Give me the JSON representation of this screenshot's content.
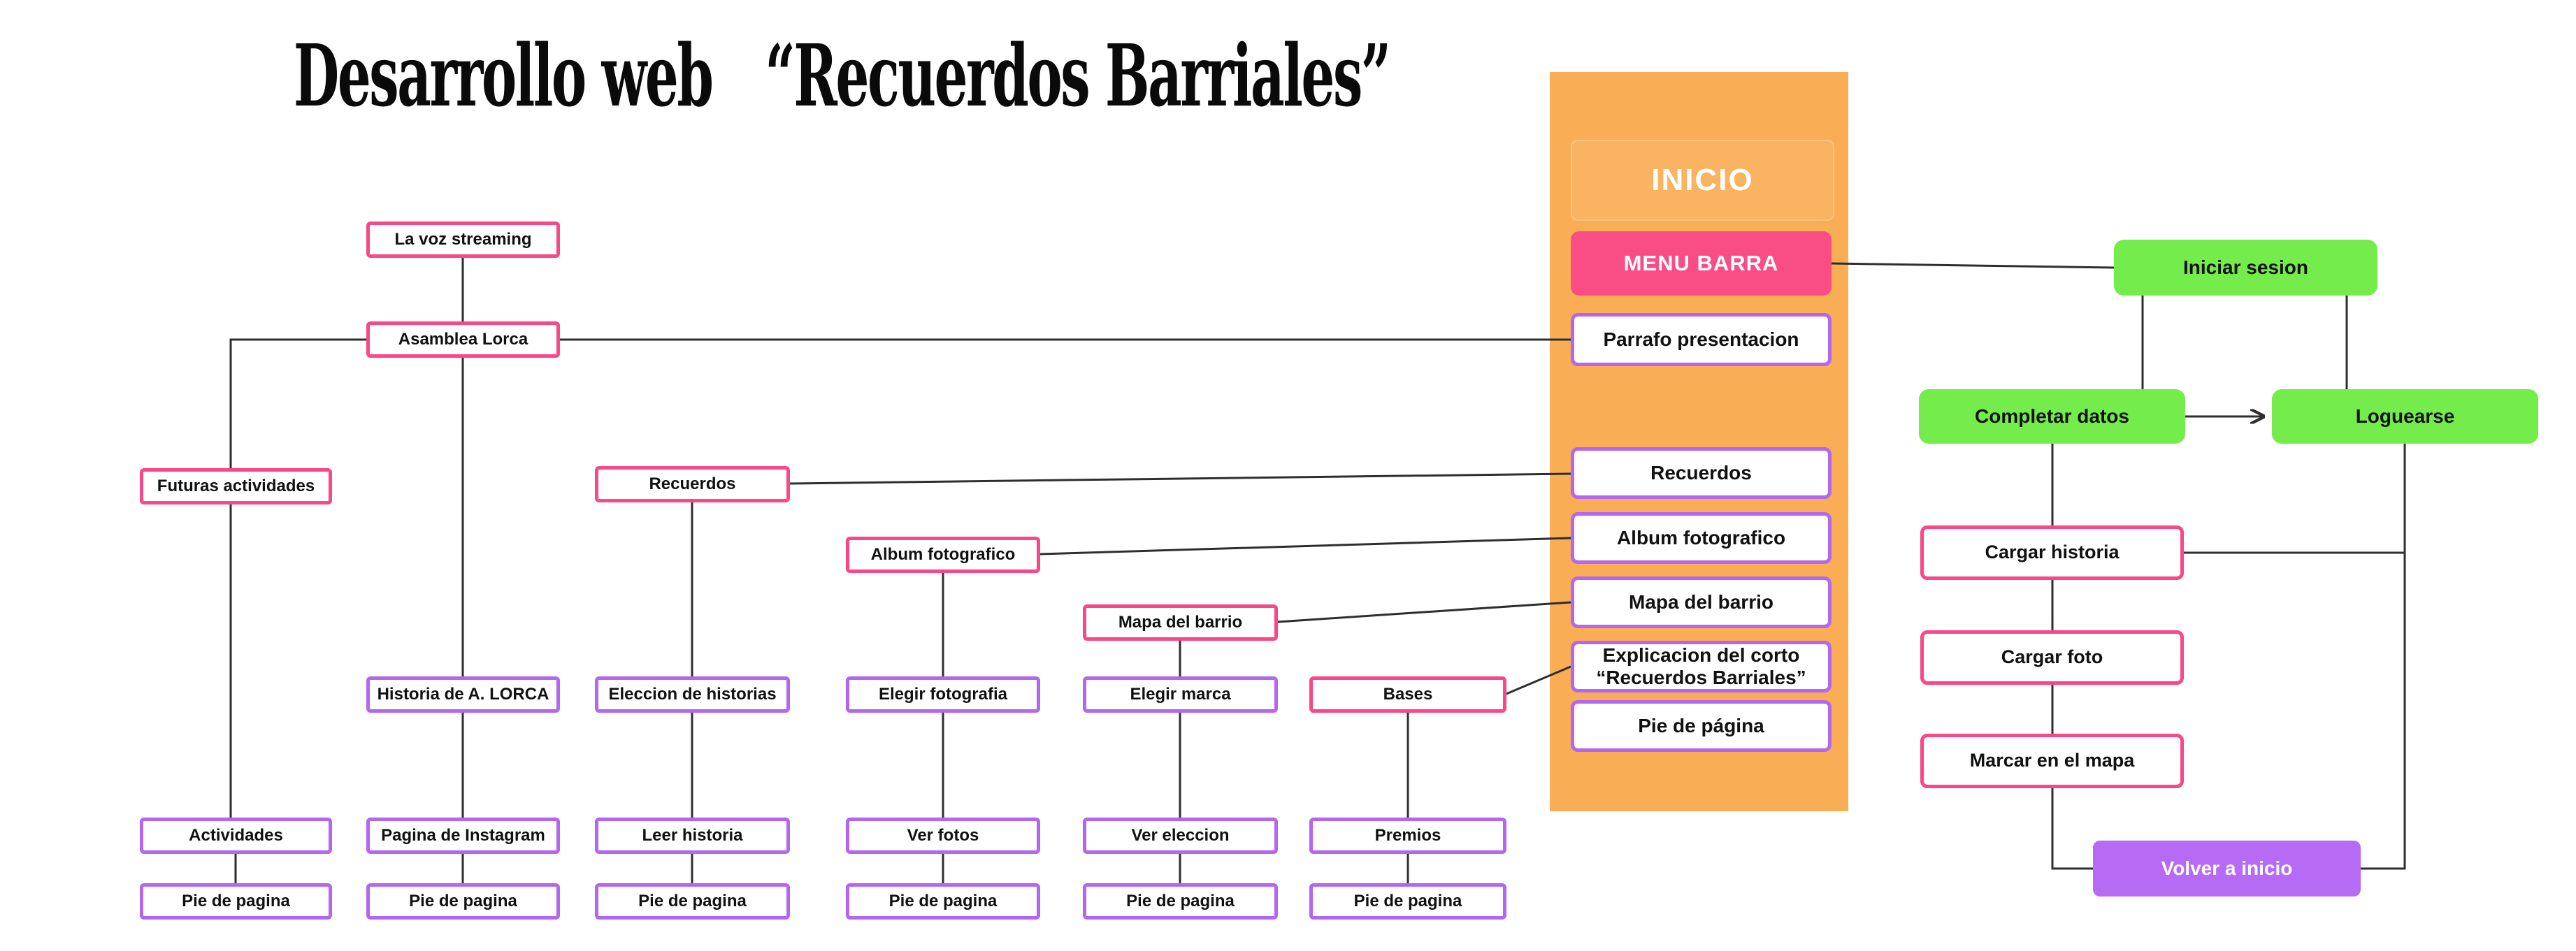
{
  "title": {
    "part1": "Desarrollo web",
    "part2": "“Recuerdos Barriales”"
  },
  "panel": {
    "title": "INICIO"
  },
  "colors": {
    "pink": "#f94e85",
    "purple_border": "#b566f0",
    "green": "#74ec4b",
    "orange_panel": "#f9ae55",
    "violet_fill": "#b76af4",
    "connector": "#2e2e2e"
  },
  "nodes": {
    "la_voz_streaming": "La voz streaming",
    "asamblea_lorca": "Asamblea Lorca",
    "futuras_actividades": "Futuras actividades",
    "recuerdos": "Recuerdos",
    "album_fotografico": "Album fotografico",
    "mapa_del_barrio": "Mapa del barrio",
    "historia_lorca": "Historia de A. LORCA",
    "eleccion_historias": "Eleccion de historias",
    "elegir_fotografia": "Elegir fotografia",
    "elegir_marca": "Elegir marca",
    "bases": "Bases",
    "actividades": "Actividades",
    "pagina_instagram": "Pagina de Instagram",
    "leer_historia": "Leer historia",
    "ver_fotos": "Ver fotos",
    "ver_eleccion": "Ver eleccion",
    "premios": "Premios",
    "pie_1": "Pie de pagina",
    "pie_2": "Pie de pagina",
    "pie_3": "Pie de pagina",
    "pie_4": "Pie de pagina",
    "pie_5": "Pie de pagina",
    "pie_6": "Pie de pagina",
    "menu_barra": "MENU BARRA",
    "parrafo_presentacion": "Parrafo presentacion",
    "inicio_recuerdos": "Recuerdos",
    "inicio_album": "Album fotografico",
    "inicio_mapa": "Mapa del barrio",
    "inicio_explicacion": "Explicacion del corto\n“Recuerdos Barriales”",
    "inicio_pie": "Pie de página",
    "iniciar_sesion": "Iniciar sesion",
    "completar_datos": "Completar datos",
    "loguearse": "Loguearse",
    "cargar_historia": "Cargar historia",
    "cargar_foto": "Cargar foto",
    "marcar_mapa": "Marcar en el mapa",
    "volver_inicio": "Volver a inicio"
  }
}
